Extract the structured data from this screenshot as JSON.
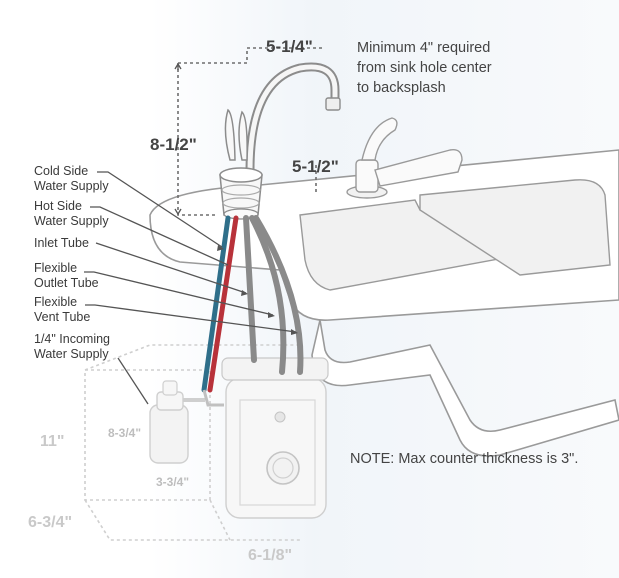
{
  "diagram": {
    "colors": {
      "cold": "#2f6f8a",
      "hot": "#b8323a",
      "tube": "#8a8a8a",
      "bg_band": "#eef3f8"
    },
    "dimensions": {
      "faucet_reach": "5-1/4\"",
      "faucet_height": "8-1/2\"",
      "spout_height": "5-1/2\"",
      "valve_height": "8-3/4\"",
      "valve_width": "3-3/4\"",
      "tank_height": "11\"",
      "tank_depth": "6-3/4\"",
      "tank_width": "6-1/8\""
    },
    "notes": {
      "backsplash_line1": "Minimum 4\" required",
      "backsplash_line2": "from sink hole center",
      "backsplash_line3": "to backsplash",
      "counter": "NOTE: Max counter thickness is 3\"."
    },
    "parts": {
      "cold_line1": "Cold Side",
      "cold_line2": "Water Supply",
      "hot_line1": "Hot Side",
      "hot_line2": "Water Supply",
      "inlet": "Inlet Tube",
      "outlet_line1": "Flexible",
      "outlet_line2": "Outlet Tube",
      "vent_line1": "Flexible",
      "vent_line2": "Vent Tube",
      "incoming_line1": "1/4\" Incoming",
      "incoming_line2": "Water Supply"
    }
  }
}
